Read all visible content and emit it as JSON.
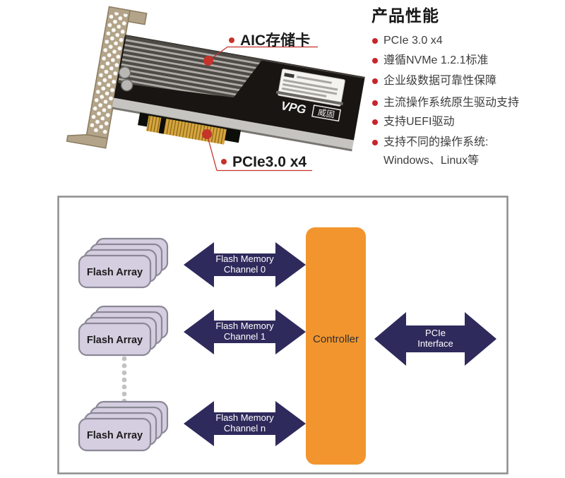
{
  "features": {
    "title": "产品性能",
    "items": [
      "PCIe 3.0 x4",
      "遵循NVMe 1.2.1标准",
      "企业级数据可靠性保障",
      "主流操作系统原生驱动支持",
      "支持UEFI驱动",
      "支持不同的操作系统:"
    ],
    "continuation": "Windows、Linux等"
  },
  "photo": {
    "callout_card": "AIC存储卡",
    "callout_slot": "PCIe3.0 x4",
    "brand": "VPG",
    "brand_cn": "威固"
  },
  "diagram": {
    "flash_array_label": "Flash Array",
    "channels": [
      {
        "line1": "Flash Memory",
        "line2": "Channel 0"
      },
      {
        "line1": "Flash Memory",
        "line2": "Channel 1"
      },
      {
        "line1": "Flash Memory",
        "line2": "Channel n"
      }
    ],
    "controller_label": "Controller",
    "pcie": {
      "line1": "PCIe",
      "line2": "Interface"
    }
  },
  "colors": {
    "accent_red": "#c9242b",
    "arrow_navy": "#2f2a5c",
    "controller_orange": "#f2952e",
    "flash_lavender": "#d5cde0",
    "frame_gray": "#8e8e8e"
  }
}
